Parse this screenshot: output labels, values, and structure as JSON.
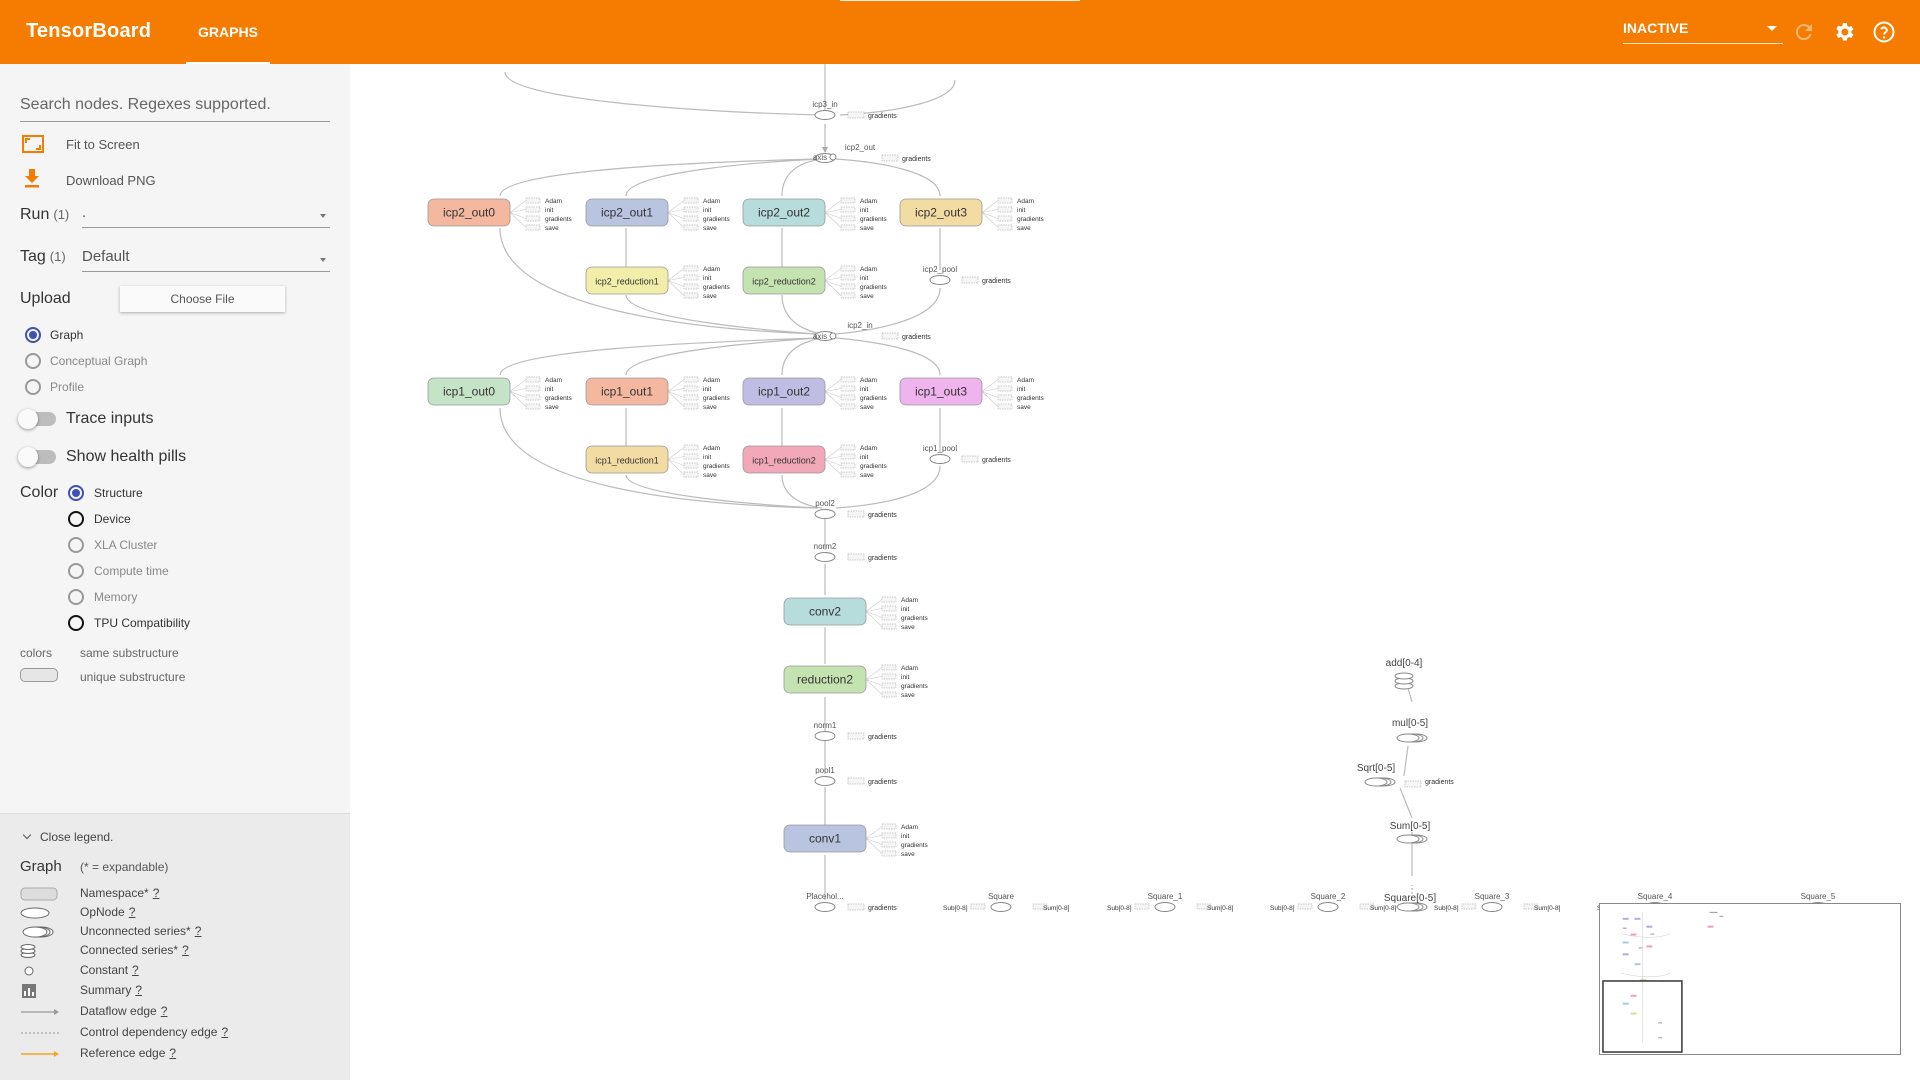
{
  "header": {
    "brand": "TensorBoard",
    "tab": "GRAPHS",
    "run_status": "INACTIVE",
    "icons": [
      "refresh-icon",
      "settings-icon",
      "help-icon"
    ]
  },
  "sidebar": {
    "search_placeholder": "Search nodes. Regexes supported.",
    "fit_to_screen": "Fit to Screen",
    "download_png": "Download PNG",
    "run_label": "Run",
    "run_count": "(1)",
    "run_value": ".",
    "tag_label": "Tag",
    "tag_count": "(1)",
    "tag_value": "Default",
    "upload_label": "Upload",
    "choose_file": "Choose File",
    "graph_types": [
      {
        "label": "Graph",
        "selected": true
      },
      {
        "label": "Conceptual Graph",
        "selected": false
      },
      {
        "label": "Profile",
        "selected": false
      }
    ],
    "trace_inputs": "Trace inputs",
    "health_pills": "Show health pills",
    "color_label": "Color",
    "color_options": [
      {
        "label": "Structure",
        "selected": true,
        "enabled": true
      },
      {
        "label": "Device",
        "selected": false,
        "enabled": true
      },
      {
        "label": "XLA Cluster",
        "selected": false,
        "enabled": false
      },
      {
        "label": "Compute time",
        "selected": false,
        "enabled": false
      },
      {
        "label": "Memory",
        "selected": false,
        "enabled": false
      },
      {
        "label": "TPU Compatibility",
        "selected": false,
        "enabled": true
      }
    ],
    "colors_label": "colors",
    "same_substructure": "same substructure",
    "unique_substructure": "unique substructure"
  },
  "legend": {
    "close": "Close legend.",
    "title": "Graph",
    "note": "(* = expandable)",
    "items": [
      {
        "label": "Namespace*",
        "help": "?",
        "icon": "namespace-icon"
      },
      {
        "label": "OpNode",
        "help": "?",
        "icon": "opnode-icon"
      },
      {
        "label": "Unconnected series*",
        "help": "?",
        "icon": "unconnected-series-icon"
      },
      {
        "label": "Connected series*",
        "help": "?",
        "icon": "connected-series-icon"
      },
      {
        "label": "Constant",
        "help": "?",
        "icon": "constant-icon"
      },
      {
        "label": "Summary",
        "help": "?",
        "icon": "summary-icon"
      },
      {
        "label": "Dataflow edge",
        "help": "?",
        "icon": "dataflow-edge-icon"
      },
      {
        "label": "Control dependency edge",
        "help": "?",
        "icon": "control-edge-icon"
      },
      {
        "label": "Reference edge",
        "help": "?",
        "icon": "reference-edge-icon"
      }
    ]
  },
  "colors": {
    "header": "#f57c00",
    "accent": "#3f51b5",
    "reference_edge": "#f5a623"
  },
  "graph": {
    "namespaces": [
      {
        "label": "icp2_out0",
        "color": "#f4b8a0"
      },
      {
        "label": "icp2_out1",
        "color": "#b9c4e0"
      },
      {
        "label": "icp2_out2",
        "color": "#b7dcdc"
      },
      {
        "label": "icp2_out3",
        "color": "#f3dca4"
      },
      {
        "label": "icp2_reduction1",
        "color": "#f2eeaa"
      },
      {
        "label": "icp2_reduction2",
        "color": "#c5e3b0"
      },
      {
        "label": "icp1_out0",
        "color": "#c5e3c6"
      },
      {
        "label": "icp1_out1",
        "color": "#f4b8a0"
      },
      {
        "label": "icp1_out2",
        "color": "#c0bde4"
      },
      {
        "label": "icp1_out3",
        "color": "#efb3ee"
      },
      {
        "label": "icp1_reduction1",
        "color": "#f3dca4"
      },
      {
        "label": "icp1_reduction2",
        "color": "#f2a8b8"
      },
      {
        "label": "conv2",
        "color": "#b7dcdc"
      },
      {
        "label": "reduction2",
        "color": "#c5e3b0"
      },
      {
        "label": "conv1",
        "color": "#b9c4e0"
      }
    ],
    "op_labels": [
      "icp3_in",
      "icp2_out",
      "icp2_in",
      "icp2_pool",
      "icp1_pool",
      "pool2",
      "norm2",
      "norm1",
      "pool1",
      "Placehol...",
      "axis"
    ],
    "aux_labels": [
      "Adam",
      "init",
      "gradients",
      "save"
    ],
    "series_labels": [
      "add[0-4]",
      "mul[0-5]",
      "Sqrt[0-5]",
      "Sum[0-5]",
      "Square[0-5]"
    ],
    "bottom_labels": [
      "Square",
      "Square_1",
      "Square_2",
      "Square_3",
      "Square_4",
      "Square_5",
      "Sub[0-8]",
      "Sum[0-8]"
    ]
  }
}
